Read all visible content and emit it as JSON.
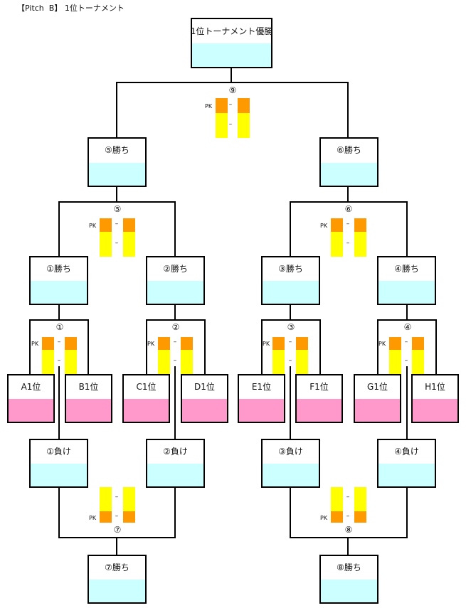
{
  "title": "【Pitch  B】 1位トーナメント",
  "colors": {
    "winner_fill": "#ccffff",
    "team_fill": "#ff99cc",
    "pk_score": "#ff9900",
    "score": "#ffff00"
  },
  "champion": {
    "label": "1位トーナメント優勝"
  },
  "teams": [
    "A1位",
    "B1位",
    "C1位",
    "D1位",
    "E1位",
    "F1位",
    "G1位",
    "H1位"
  ],
  "round1": {
    "matches": [
      "①",
      "②",
      "③",
      "④"
    ],
    "winners": [
      "①勝ち",
      "②勝ち",
      "③勝ち",
      "④勝ち"
    ],
    "losers": [
      "①負け",
      "②負け",
      "③負け",
      "④負け"
    ]
  },
  "round2": {
    "matches": [
      "⑤",
      "⑥"
    ],
    "winners": [
      "⑤勝ち",
      "⑥勝ち"
    ]
  },
  "consolation": {
    "matches": [
      "⑦",
      "⑧"
    ],
    "winners": [
      "⑦勝ち",
      "⑧勝ち"
    ]
  },
  "final": {
    "match": "⑨"
  },
  "score_labels": {
    "pk": "PK",
    "separator": "–"
  }
}
